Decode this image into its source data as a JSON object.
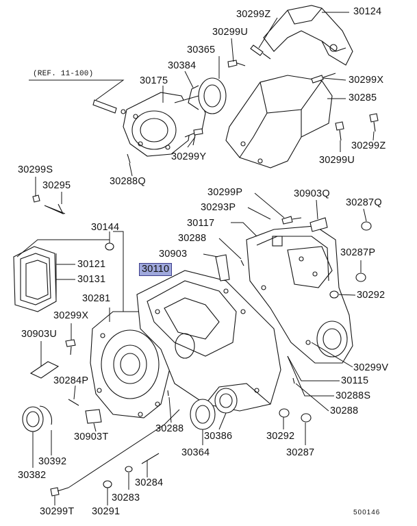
{
  "diagram": {
    "reference": "(REF. 11-100)",
    "footer_code": "500146",
    "highlight_color": "#9fa8dc",
    "labels": {
      "p30299Z_top": "30299Z",
      "p30124": "30124",
      "p30299U_top": "30299U",
      "p30365": "30365",
      "p30384": "30384",
      "p30175": "30175",
      "p30299X_top": "30299X",
      "p30285": "30285",
      "p30299Z_right": "30299Z",
      "p30299U_right": "30299U",
      "p30299Y": "30299Y",
      "p30288Q": "30288Q",
      "p30299S": "30299S",
      "p30295": "30295",
      "p30299P": "30299P",
      "p30903Q": "30903Q",
      "p30287Q": "30287Q",
      "p30293P": "30293P",
      "p30117": "30117",
      "p30144": "30144",
      "p30288_mid": "30288",
      "p30903": "30903",
      "p30287P": "30287P",
      "p30121": "30121",
      "p30131": "30131",
      "p30110": "30110",
      "p30292_right": "30292",
      "p30281": "30281",
      "p30299X_left": "30299X",
      "p30903U": "30903U",
      "p30299V": "30299V",
      "p30115": "30115",
      "p30284P": "30284P",
      "p30288S": "30288S",
      "p30288_right": "30288",
      "p30903T": "30903T",
      "p30288_bottom": "30288",
      "p30386": "30386",
      "p30292_bottom": "30292",
      "p30392": "30392",
      "p30364": "30364",
      "p30287": "30287",
      "p30382": "30382",
      "p30284": "30284",
      "p30283": "30283",
      "p30299T": "30299T",
      "p30291": "30291"
    }
  }
}
